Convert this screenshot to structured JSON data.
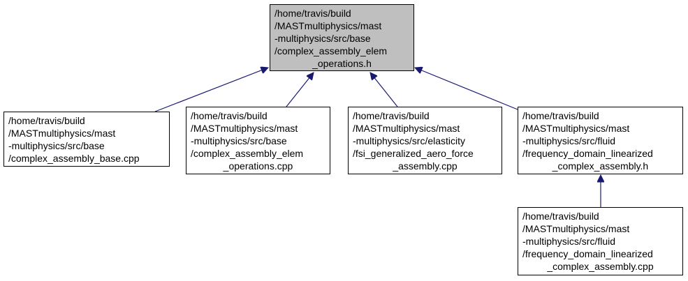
{
  "colors": {
    "edge": "#191970",
    "root_fill": "#bfbfbf",
    "node_fill": "#ffffff",
    "border": "#000000"
  },
  "nodes": {
    "root": {
      "lines": [
        "/home/travis/build",
        "/MASTmultiphysics/mast",
        "-multiphysics/src/base",
        "/complex_assembly_elem",
        "_operations.h"
      ]
    },
    "base_cpp": {
      "lines": [
        "/home/travis/build",
        "/MASTmultiphysics/mast",
        "-multiphysics/src/base",
        "/complex_assembly_base.cpp"
      ]
    },
    "elem_ops_cpp": {
      "lines": [
        "/home/travis/build",
        "/MASTmultiphysics/mast",
        "-multiphysics/src/base",
        "/complex_assembly_elem",
        "_operations.cpp"
      ]
    },
    "fsi_cpp": {
      "lines": [
        "/home/travis/build",
        "/MASTmultiphysics/mast",
        "-multiphysics/src/elasticity",
        "/fsi_generalized_aero_force",
        "_assembly.cpp"
      ]
    },
    "freq_h": {
      "lines": [
        "/home/travis/build",
        "/MASTmultiphysics/mast",
        "-multiphysics/src/fluid",
        "/frequency_domain_linearized",
        "_complex_assembly.h"
      ]
    },
    "freq_cpp": {
      "lines": [
        "/home/travis/build",
        "/MASTmultiphysics/mast",
        "-multiphysics/src/fluid",
        "/frequency_domain_linearized",
        "_complex_assembly.cpp"
      ]
    }
  }
}
